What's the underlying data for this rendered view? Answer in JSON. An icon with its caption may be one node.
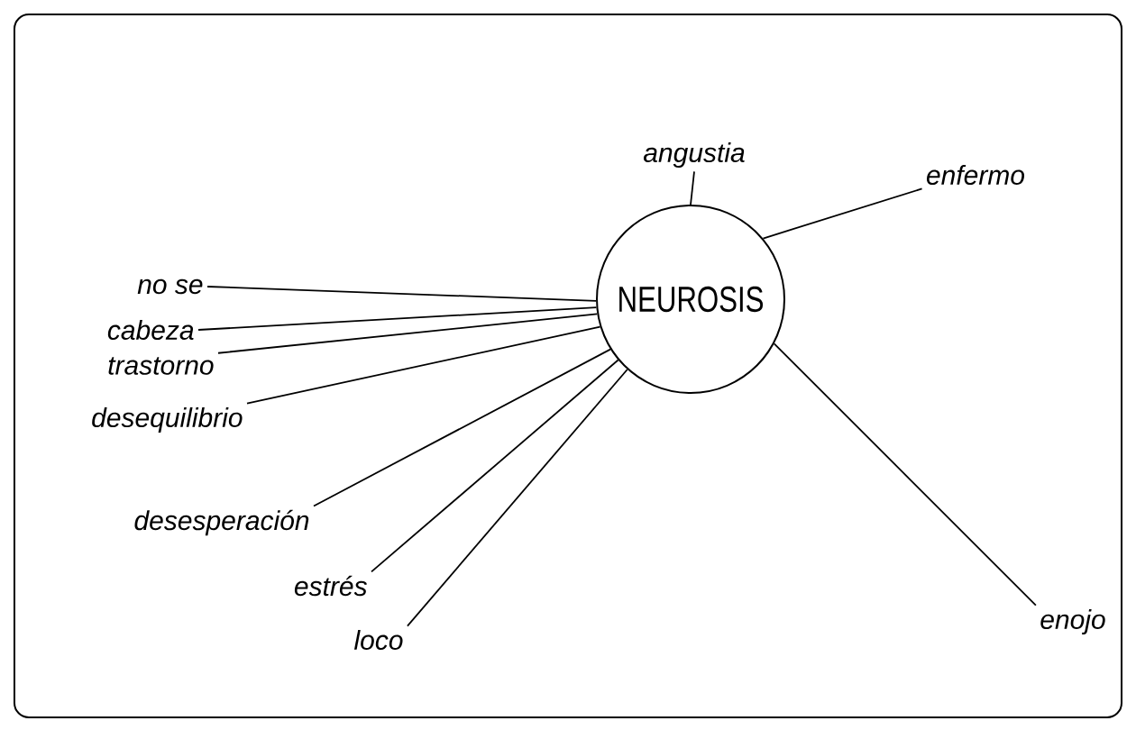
{
  "diagram": {
    "nodes": [
      {
        "text": [
          "NEUROSIS"
        ]
      },
      {
        "text": [
          "angustia"
        ]
      },
      {
        "text": [
          "enfermo"
        ]
      },
      {
        "text": [
          "no se"
        ]
      },
      {
        "text": [
          "cabeza"
        ]
      },
      {
        "text": [
          "trastorno"
        ]
      },
      {
        "text": [
          "desequilibrio"
        ]
      },
      {
        "text": [
          "desesperación"
        ]
      },
      {
        "text": [
          "estrés"
        ]
      },
      {
        "text": [
          "loco"
        ]
      },
      {
        "text": [
          "enojo"
        ]
      }
    ],
    "edges": [
      {
        "from": 1,
        "to": 0,
        "arrow": "none"
      },
      {
        "from": 2,
        "to": 0,
        "arrow": "none"
      },
      {
        "from": 3,
        "to": 0,
        "arrow": "none"
      },
      {
        "from": 4,
        "to": 0,
        "arrow": "none"
      },
      {
        "from": 5,
        "to": 0,
        "arrow": "none"
      },
      {
        "from": 6,
        "to": 0,
        "arrow": "none"
      },
      {
        "from": 7,
        "to": 0,
        "arrow": "none"
      },
      {
        "from": 8,
        "to": 0,
        "arrow": "none"
      },
      {
        "from": 9,
        "to": 0,
        "arrow": "none"
      },
      {
        "from": 10,
        "to": 0,
        "arrow": "none"
      }
    ]
  }
}
